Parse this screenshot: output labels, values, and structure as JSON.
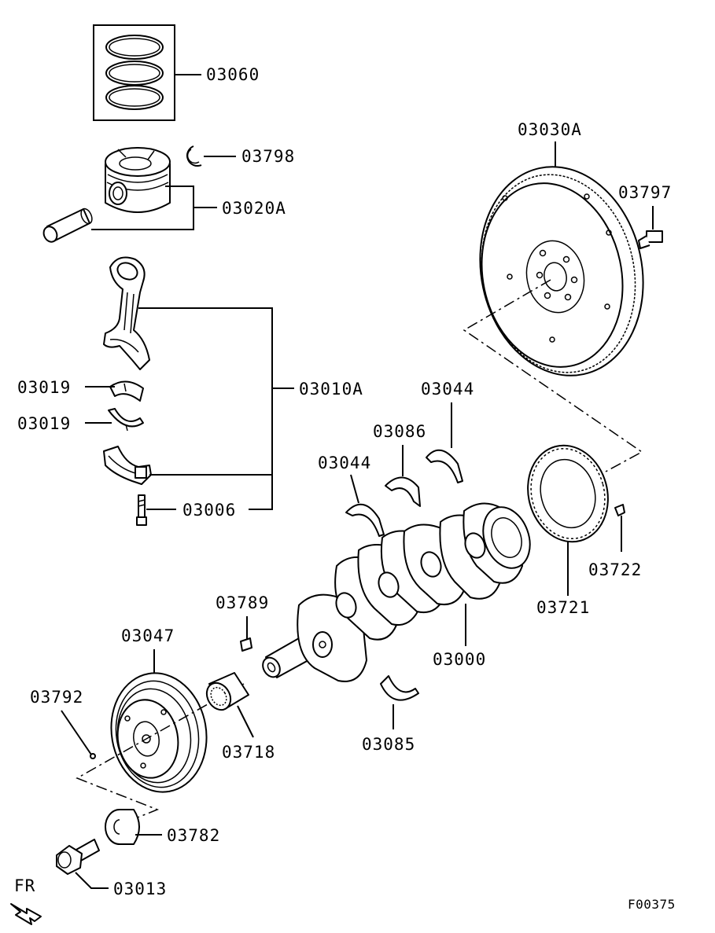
{
  "parts": {
    "piston_rings": "03060",
    "snap_ring": "03798",
    "piston_pin_assy": "03020A",
    "conrod_assy": "03010A",
    "bearing_upper": "03019",
    "bearing_lower": "03019",
    "conrod_bolt": "03006",
    "flywheel": "03030A",
    "flywheel_bolt": "03797",
    "thrust_bearing_a": "03044",
    "main_bearing_upper": "03086",
    "thrust_bearing_b": "03044",
    "sensor_plate": "03721",
    "sensor_plate_screw": "03722",
    "key": "03789",
    "pulley": "03047",
    "crankshaft": "03000",
    "pulley_bolt_pin": "03792",
    "bushing": "03718",
    "main_bearing_lower": "03085",
    "washer": "03782",
    "pulley_bolt": "03013"
  },
  "direction_label": "FR",
  "figure_code": "F00375"
}
